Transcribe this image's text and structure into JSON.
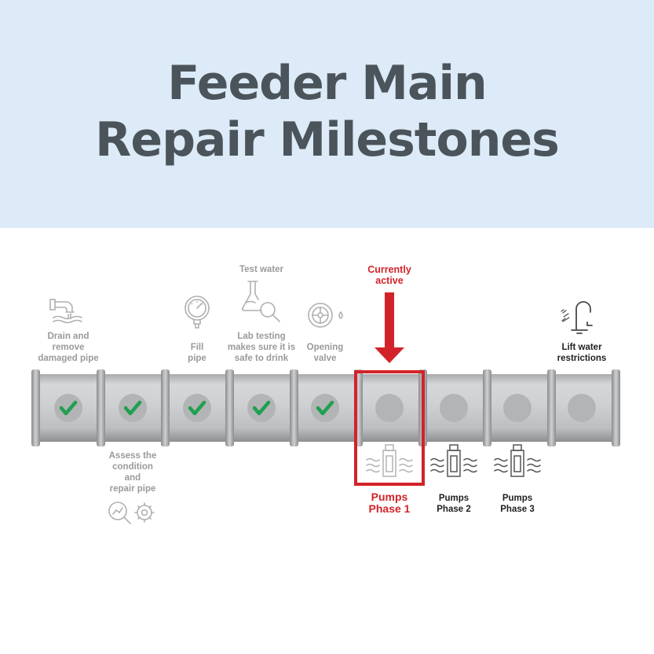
{
  "title": {
    "line1": "Feeder Main",
    "line2": "Repair Milestones"
  },
  "colors": {
    "header_bg": "#dcebf7",
    "title": "#4b545b",
    "done_check": "#1fa050",
    "active": "#d2232a",
    "muted": "#9a9a9a",
    "dark": "#1f1f1f"
  },
  "current": {
    "label_line1": "Currently",
    "label_line2": "active"
  },
  "milestones": {
    "drain": {
      "l1": "Drain and",
      "l2": "remove",
      "l3": "damaged pipe",
      "status": "done",
      "icon": "drain-pipe-icon"
    },
    "assess": {
      "l1": "Assess the",
      "l2": "condition",
      "l3": "and",
      "l4": "repair pipe",
      "status": "done",
      "icon": "inspect-gear-icon"
    },
    "fill": {
      "l1": "Fill",
      "l2": "pipe",
      "status": "done",
      "icon": "pressure-gauge-icon"
    },
    "test": {
      "top": "Test water",
      "l1": "Lab testing",
      "l2": "makes sure it is",
      "l3": "safe to drink",
      "status": "done",
      "icon": "lab-flask-icon"
    },
    "valve": {
      "l1": "Opening",
      "l2": "valve",
      "status": "done",
      "icon": "valve-icon"
    },
    "pumps1": {
      "l1": "Pumps",
      "l2": "Phase 1",
      "status": "active",
      "icon": "pump-icon"
    },
    "pumps2": {
      "l1": "Pumps",
      "l2": "Phase 2",
      "status": "pending",
      "icon": "pump-icon"
    },
    "pumps3": {
      "l1": "Pumps",
      "l2": "Phase 3",
      "status": "pending",
      "icon": "pump-icon"
    },
    "lift": {
      "l1": "Lift water",
      "l2": "restrictions",
      "status": "pending",
      "icon": "faucet-icon"
    }
  }
}
